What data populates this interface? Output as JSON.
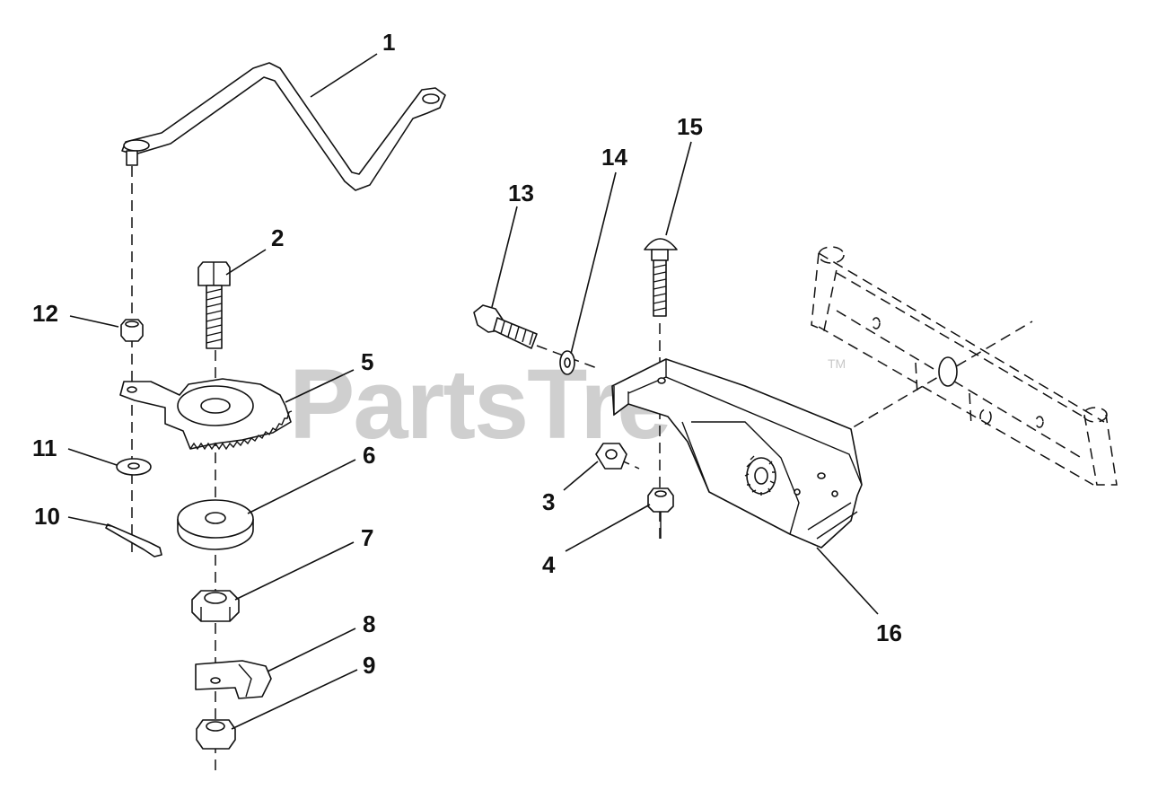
{
  "watermark": {
    "text": "PartsTree",
    "mark": "TM"
  },
  "callouts": [
    {
      "num": "1"
    },
    {
      "num": "2"
    },
    {
      "num": "3"
    },
    {
      "num": "4"
    },
    {
      "num": "5"
    },
    {
      "num": "6"
    },
    {
      "num": "7"
    },
    {
      "num": "8"
    },
    {
      "num": "9"
    },
    {
      "num": "10"
    },
    {
      "num": "11"
    },
    {
      "num": "12"
    },
    {
      "num": "13"
    },
    {
      "num": "14"
    },
    {
      "num": "15"
    },
    {
      "num": "16"
    }
  ]
}
